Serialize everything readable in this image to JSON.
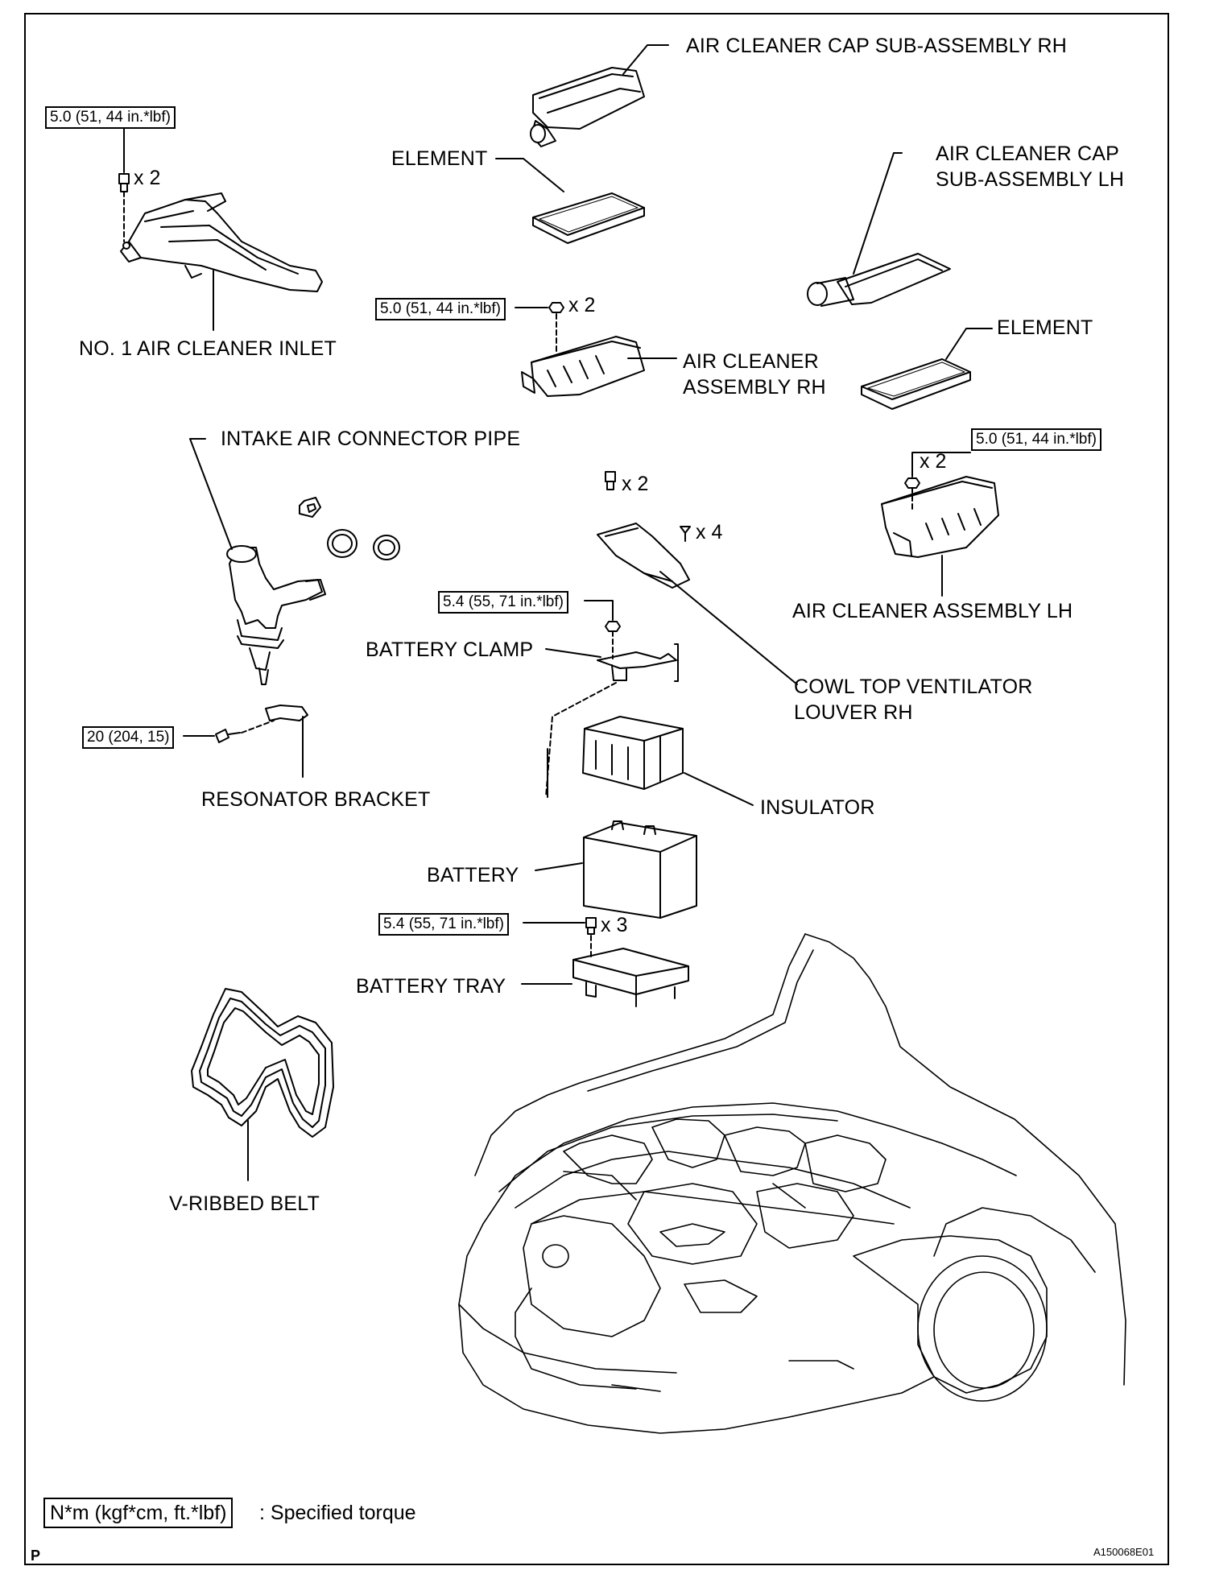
{
  "labels": {
    "air_cleaner_cap_rh": "AIR CLEANER CAP SUB-ASSEMBLY RH",
    "element_rh": "ELEMENT",
    "air_cleaner_cap_lh_1": "AIR CLEANER CAP",
    "air_cleaner_cap_lh_2": "SUB-ASSEMBLY LH",
    "element_lh": "ELEMENT",
    "no1_inlet": "NO. 1 AIR CLEANER INLET",
    "assembly_rh_1": "AIR CLEANER",
    "assembly_rh_2": "ASSEMBLY RH",
    "intake_pipe": "INTAKE AIR CONNECTOR PIPE",
    "assembly_lh": "AIR CLEANER ASSEMBLY LH",
    "battery_clamp": "BATTERY CLAMP",
    "cowl_1": "COWL TOP VENTILATOR",
    "cowl_2": "LOUVER RH",
    "resonator_bracket": "RESONATOR BRACKET",
    "insulator": "INSULATOR",
    "battery": "BATTERY",
    "battery_tray": "BATTERY TRAY",
    "v_belt": "V-RIBBED BELT"
  },
  "torques": {
    "inlet": "5.0 (51, 44 in.*lbf)",
    "assembly_rh": "5.0 (51, 44 in.*lbf)",
    "assembly_lh": "5.0 (51, 44 in.*lbf)",
    "battery_clamp": "5.4 (55, 71 in.*lbf)",
    "resonator": "20 (204, 15)",
    "battery_tray": "5.4 (55, 71 in.*lbf)"
  },
  "quantities": {
    "inlet": "x 2",
    "assembly_rh": "x 2",
    "assembly_lh": "x 2",
    "cowl_bolts": "x 2",
    "cowl_clips": "x 4",
    "tray_bolts": "x 3"
  },
  "legend": {
    "box": "N*m (kgf*cm, ft.*lbf)",
    "text": ": Specified torque"
  },
  "footer": {
    "code": "A150068E01",
    "mark": "P"
  }
}
